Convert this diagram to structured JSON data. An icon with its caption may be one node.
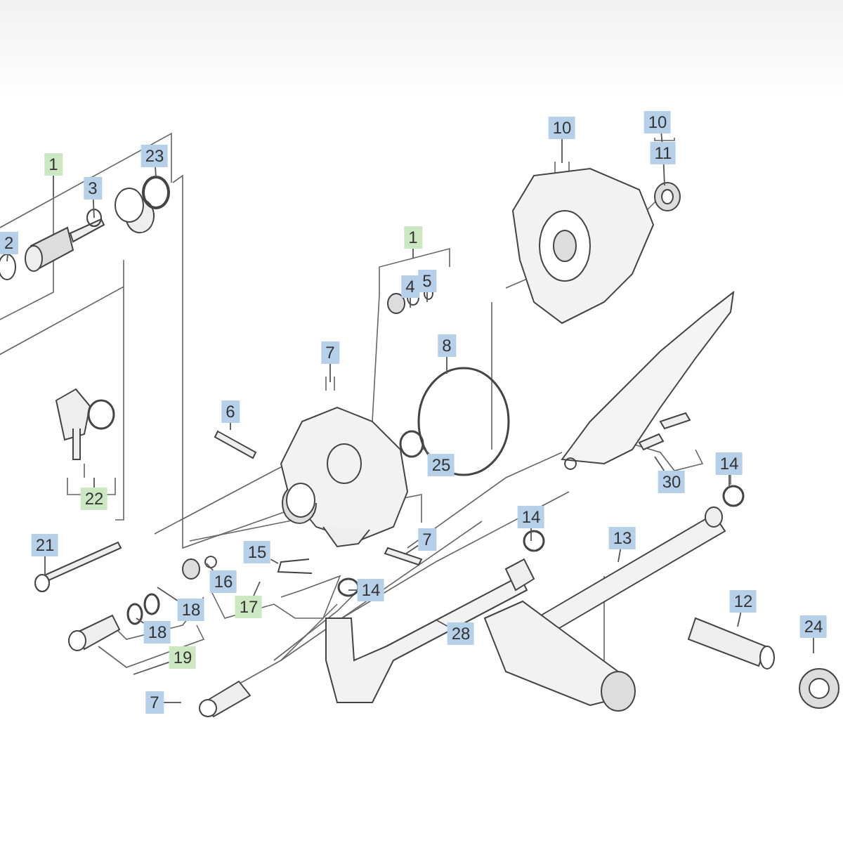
{
  "diagram": {
    "nodes": [
      {
        "text": [
          "1"
        ]
      },
      {
        "text": [
          "23"
        ]
      },
      {
        "text": [
          "3"
        ]
      },
      {
        "text": [
          "2"
        ]
      },
      {
        "text": [
          "1"
        ]
      },
      {
        "text": [
          "4"
        ]
      },
      {
        "text": [
          "5"
        ]
      },
      {
        "text": [
          "10"
        ]
      },
      {
        "text": [
          "10"
        ]
      },
      {
        "text": [
          "11"
        ]
      },
      {
        "text": [
          "7"
        ]
      },
      {
        "text": [
          "8"
        ]
      },
      {
        "text": [
          "6"
        ]
      },
      {
        "text": [
          "25"
        ]
      },
      {
        "text": [
          "22"
        ]
      },
      {
        "text": [
          "30"
        ]
      },
      {
        "text": [
          "14"
        ]
      },
      {
        "text": [
          "21"
        ]
      },
      {
        "text": [
          "15"
        ]
      },
      {
        "text": [
          "14"
        ]
      },
      {
        "text": [
          "7"
        ]
      },
      {
        "text": [
          "16"
        ]
      },
      {
        "text": [
          "17"
        ]
      },
      {
        "text": [
          "14"
        ]
      },
      {
        "text": [
          "18"
        ]
      },
      {
        "text": [
          "18"
        ]
      },
      {
        "text": [
          "13"
        ]
      },
      {
        "text": [
          "19"
        ]
      },
      {
        "text": [
          "28"
        ]
      },
      {
        "text": [
          "12"
        ]
      },
      {
        "text": [
          "7"
        ]
      },
      {
        "text": [
          "24"
        ]
      }
    ],
    "edges": [
      {
        "from": 0,
        "to": null,
        "arrow": "none"
      },
      {
        "from": 1,
        "to": null,
        "arrow": "none"
      },
      {
        "from": 2,
        "to": null,
        "arrow": "none"
      },
      {
        "from": 3,
        "to": null,
        "arrow": "none"
      },
      {
        "from": 4,
        "to": null,
        "arrow": "none"
      },
      {
        "from": 5,
        "to": null,
        "arrow": "none"
      },
      {
        "from": 6,
        "to": null,
        "arrow": "none"
      },
      {
        "from": 7,
        "to": null,
        "arrow": "none"
      },
      {
        "from": 8,
        "to": 9,
        "arrow": "none"
      },
      {
        "from": 9,
        "to": null,
        "arrow": "none"
      },
      {
        "from": 10,
        "to": null,
        "arrow": "none"
      },
      {
        "from": 11,
        "to": null,
        "arrow": "none"
      },
      {
        "from": 12,
        "to": null,
        "arrow": "none"
      },
      {
        "from": 13,
        "to": null,
        "arrow": "none"
      },
      {
        "from": 14,
        "to": null,
        "arrow": "none"
      },
      {
        "from": 15,
        "to": null,
        "arrow": "none"
      },
      {
        "from": 16,
        "to": null,
        "arrow": "none"
      },
      {
        "from": 17,
        "to": null,
        "arrow": "none"
      },
      {
        "from": 18,
        "to": null,
        "arrow": "none"
      },
      {
        "from": 19,
        "to": null,
        "arrow": "none"
      },
      {
        "from": 20,
        "to": null,
        "arrow": "none"
      },
      {
        "from": 21,
        "to": null,
        "arrow": "none"
      },
      {
        "from": 22,
        "to": null,
        "arrow": "none"
      },
      {
        "from": 23,
        "to": null,
        "arrow": "none"
      },
      {
        "from": 24,
        "to": null,
        "arrow": "none"
      },
      {
        "from": 25,
        "to": null,
        "arrow": "none"
      },
      {
        "from": 26,
        "to": null,
        "arrow": "none"
      },
      {
        "from": 27,
        "to": null,
        "arrow": "none"
      },
      {
        "from": 28,
        "to": null,
        "arrow": "none"
      },
      {
        "from": 29,
        "to": null,
        "arrow": "none"
      },
      {
        "from": 30,
        "to": null,
        "arrow": "none"
      },
      {
        "from": 31,
        "to": null,
        "arrow": "none"
      }
    ]
  }
}
